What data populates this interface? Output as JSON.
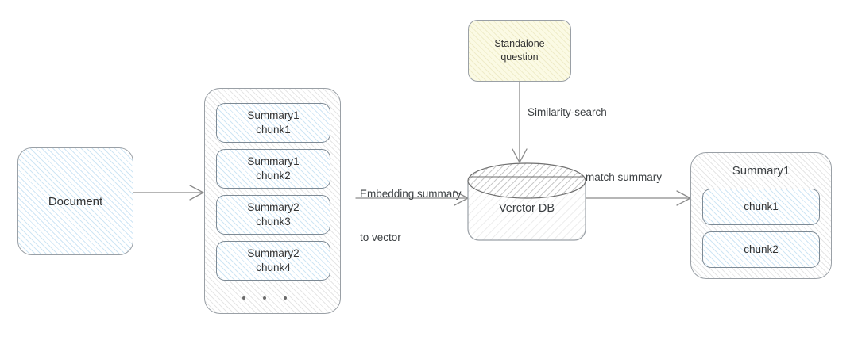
{
  "diagram": {
    "title": "Document summary embedding and similarity-search retrieval flow",
    "colors": {
      "hatch_blue": "#cfe6f5",
      "hatch_gray": "#e6e6e6",
      "hatch_cream": "#efecc9",
      "cream_fill": "#fbfae4",
      "border_gray": "#9aa0a6",
      "border_blue_gray": "#7d8a95",
      "text": "#3c4043",
      "arrow": "#8a8a8a"
    }
  },
  "document_node": {
    "label": "Document"
  },
  "chunks_container": {
    "items": [
      {
        "line1": "Summary1",
        "line2": "chunk1"
      },
      {
        "line1": "Summary1",
        "line2": "chunk2"
      },
      {
        "line1": "Summary2",
        "line2": "chunk3"
      },
      {
        "line1": "Summary2",
        "line2": "chunk4"
      }
    ],
    "ellipsis": "..."
  },
  "standalone_question": {
    "line1": "Standalone",
    "line2": "question"
  },
  "vector_db": {
    "label": "Verctor DB"
  },
  "result": {
    "title": "Summary1",
    "items": [
      {
        "label": "chunk1"
      },
      {
        "label": "chunk2"
      }
    ]
  },
  "edges": {
    "document_to_chunks": "",
    "embedding": {
      "line1": "Embedding summary",
      "line2": "to vector"
    },
    "similarity": "Similarity-search",
    "match": "match summary"
  }
}
